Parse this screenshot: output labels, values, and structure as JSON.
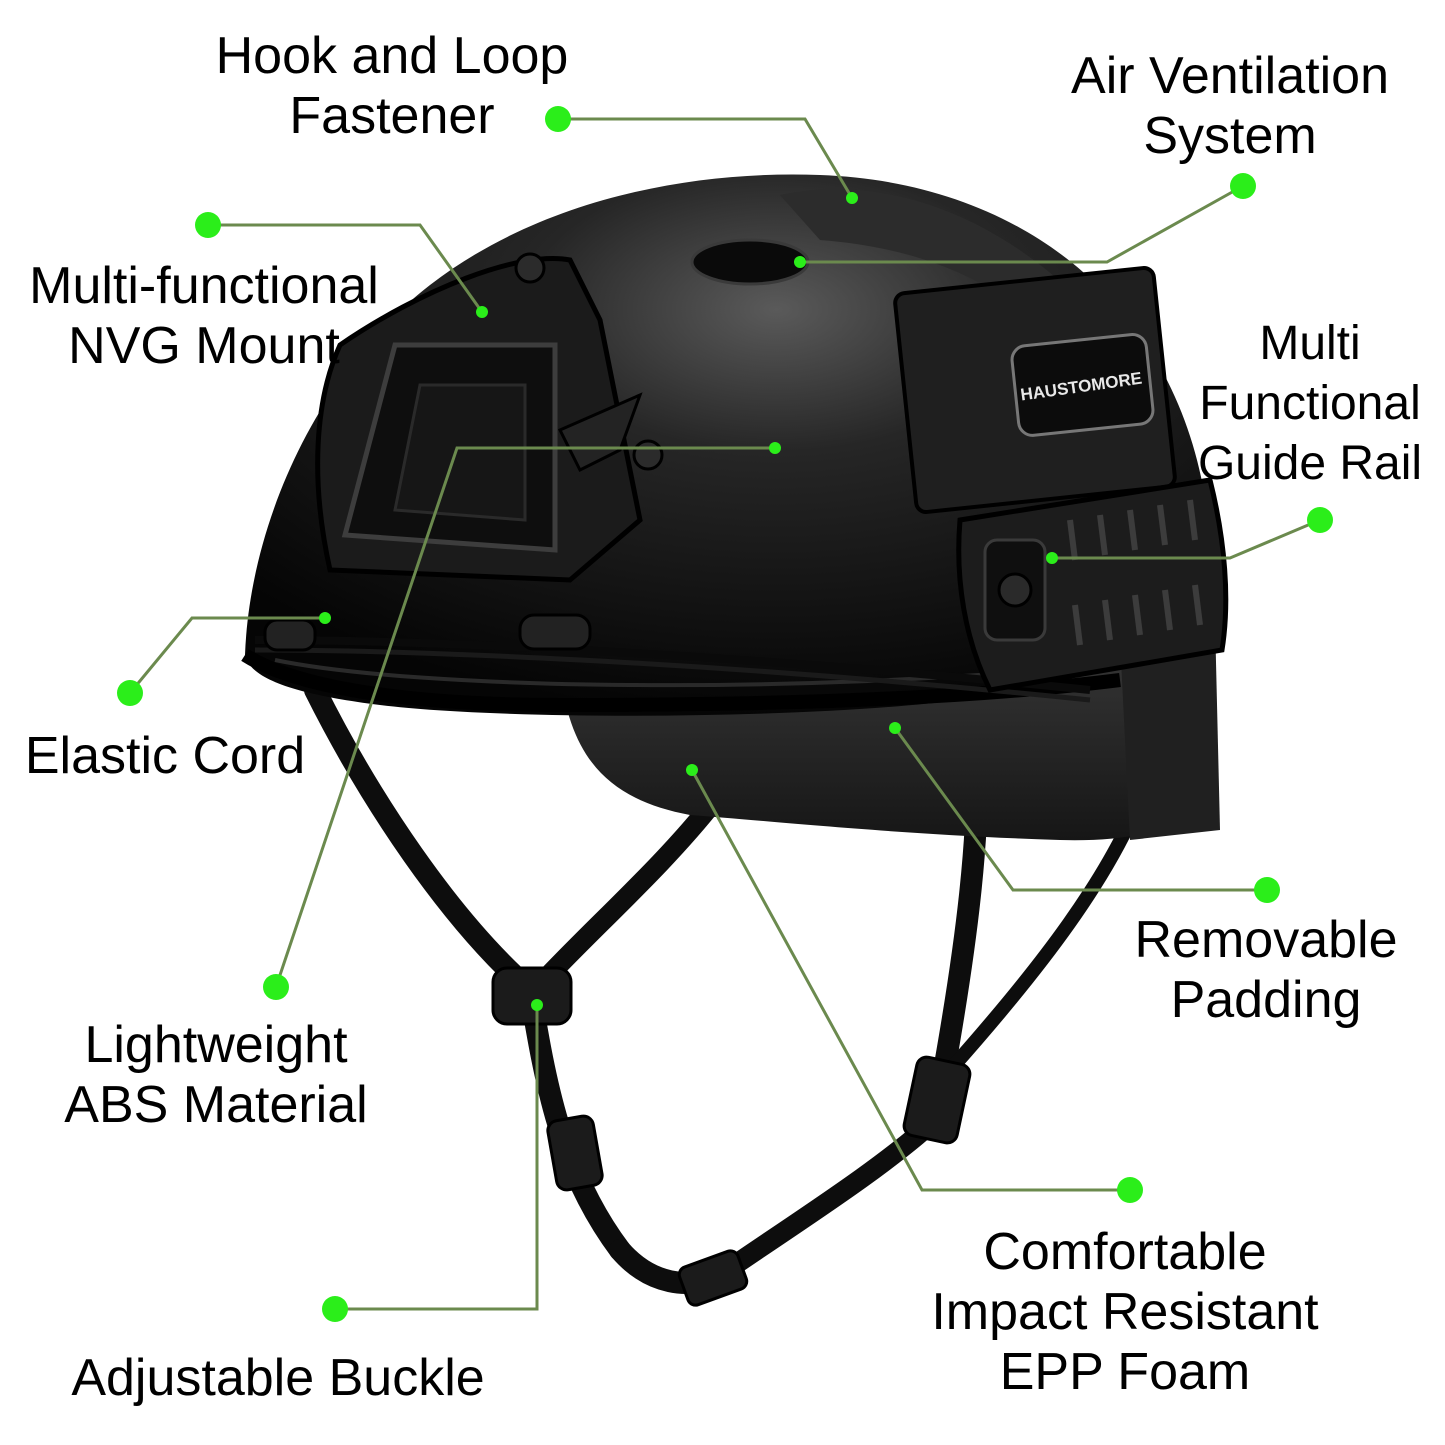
{
  "colors": {
    "accent": "#2bee1a",
    "leader_line": "#6b8a4e",
    "helmet": "#151515"
  },
  "helmet": {
    "logo_text": "HAUSTOMORE"
  },
  "callouts": [
    {
      "id": "hook-and-loop-fastener",
      "lines": [
        "Hook and Loop",
        "Fastener"
      ]
    },
    {
      "id": "air-ventilation-system",
      "lines": [
        "Air Ventilation",
        "System"
      ]
    },
    {
      "id": "nvg-mount",
      "lines": [
        "Multi-functional",
        "NVG Mount"
      ]
    },
    {
      "id": "guide-rail",
      "lines": [
        "Multi",
        "Functional",
        "Guide Rail"
      ]
    },
    {
      "id": "elastic-cord",
      "lines": [
        "Elastic Cord"
      ]
    },
    {
      "id": "removable-padding",
      "lines": [
        "Removable",
        "Padding"
      ]
    },
    {
      "id": "abs-material",
      "lines": [
        "Lightweight",
        "ABS Material"
      ]
    },
    {
      "id": "epp-foam",
      "lines": [
        "Comfortable",
        "Impact Resistant",
        "EPP Foam"
      ]
    },
    {
      "id": "adjustable-buckle",
      "lines": [
        "Adjustable Buckle"
      ]
    }
  ]
}
